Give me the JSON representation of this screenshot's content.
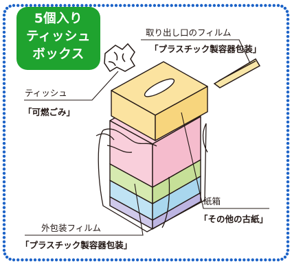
{
  "badge": {
    "lines": [
      "5個入り",
      "ティッシュ",
      "ボックス"
    ]
  },
  "labels": {
    "film_inside": "取り出し口のフィルム",
    "film_inside_category": "「プラスチック製容器包装」",
    "tissue": "ティッシュ",
    "tissue_category": "「可燃ごみ」",
    "paper_box": "紙箱",
    "paper_box_category": "「その他の古紙」",
    "outer_film": "外包装フィルム",
    "outer_film_category": "「プラスチック製容器包装」"
  },
  "colors": {
    "border_dots": "#1e64c8",
    "badge": "#1fa32f",
    "box_top": "#fbe3a0",
    "box_pink": "#f9cfdb",
    "box_green": "#d6eab0",
    "box_blue": "#c0e3f4",
    "box_purple": "#cfc9ea",
    "film_tab": "#f8e6a8",
    "outline": "#231815"
  }
}
